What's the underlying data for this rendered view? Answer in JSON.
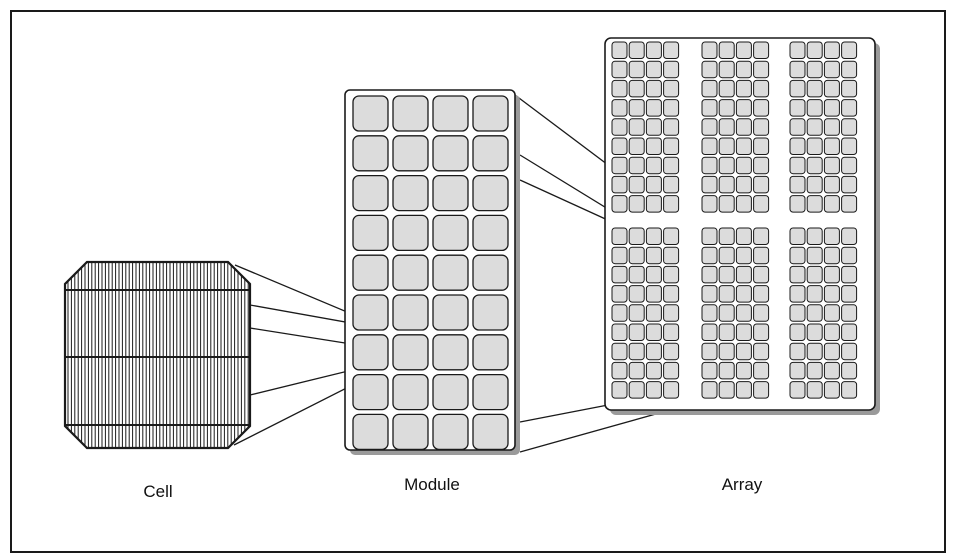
{
  "labels": {
    "cell": "Cell",
    "module": "Module",
    "array": "Array"
  },
  "colors": {
    "stroke": "#1a1a1a",
    "cell_fill": "#dcdcdc",
    "panel_fill": "#ffffff",
    "shadow": "#9a9a9a"
  },
  "module_grid": {
    "columns": 4,
    "rows": 9
  },
  "array_grid": {
    "module_columns": 3,
    "module_rows": 2,
    "cells_per_module_columns": 4,
    "cells_per_module_rows": 9
  }
}
